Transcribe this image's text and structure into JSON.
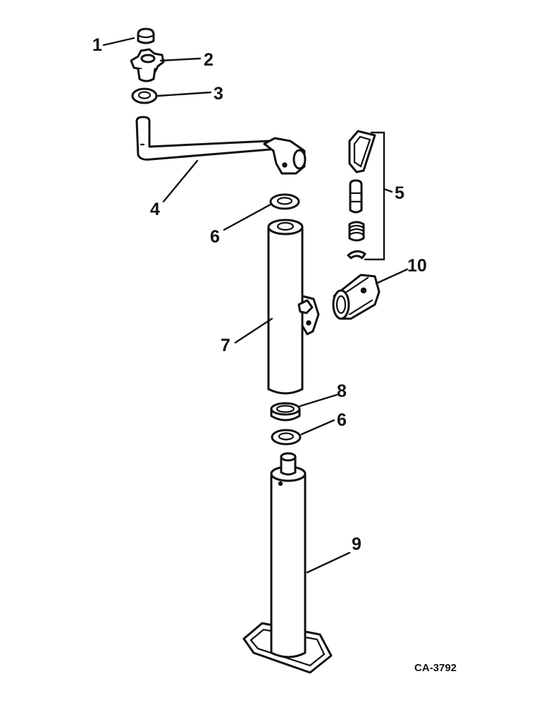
{
  "diagram": {
    "drawing_number": "CA-3792",
    "callouts": {
      "c1": "1",
      "c2": "2",
      "c3": "3",
      "c4": "4",
      "c5": "5",
      "c6a": "6",
      "c6b": "6",
      "c7": "7",
      "c8": "8",
      "c9": "9",
      "c10": "10"
    }
  }
}
